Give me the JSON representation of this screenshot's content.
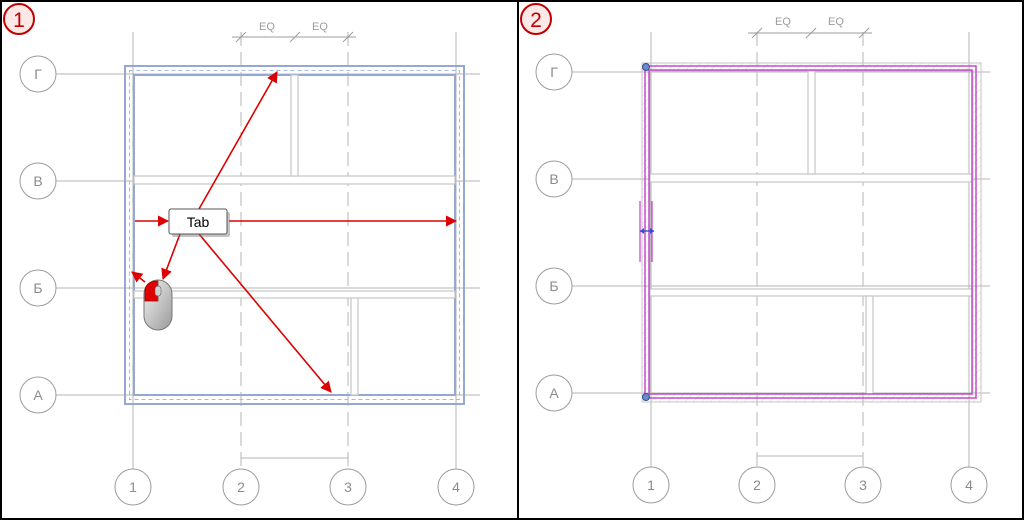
{
  "panels": [
    {
      "number": "1",
      "dimension_labels": [
        "EQ",
        "EQ"
      ],
      "row_axes": [
        "Г",
        "В",
        "Б",
        "А"
      ],
      "column_axes": [
        "1",
        "2",
        "3",
        "4"
      ],
      "key_label": "Tab",
      "mouse_button_icon": "mouse-left-click-icon"
    },
    {
      "number": "2",
      "dimension_labels": [
        "EQ",
        "EQ"
      ],
      "row_axes": [
        "Г",
        "В",
        "Б",
        "А"
      ],
      "column_axes": [
        "1",
        "2",
        "3",
        "4"
      ],
      "flip_control_icon": "flip-arrows-icon"
    }
  ],
  "colors": {
    "gridline": "#b4b4b4",
    "wall": "#c6c6c6",
    "bubble": "#9c9c9c",
    "badge": "#c00000",
    "badge_fill": "#fde8e8",
    "arrow": "#dd0000",
    "highlight": "#95a8d4",
    "selection": "#c040c8",
    "handle": "#6a8ad0",
    "flip": "#3050d0"
  }
}
